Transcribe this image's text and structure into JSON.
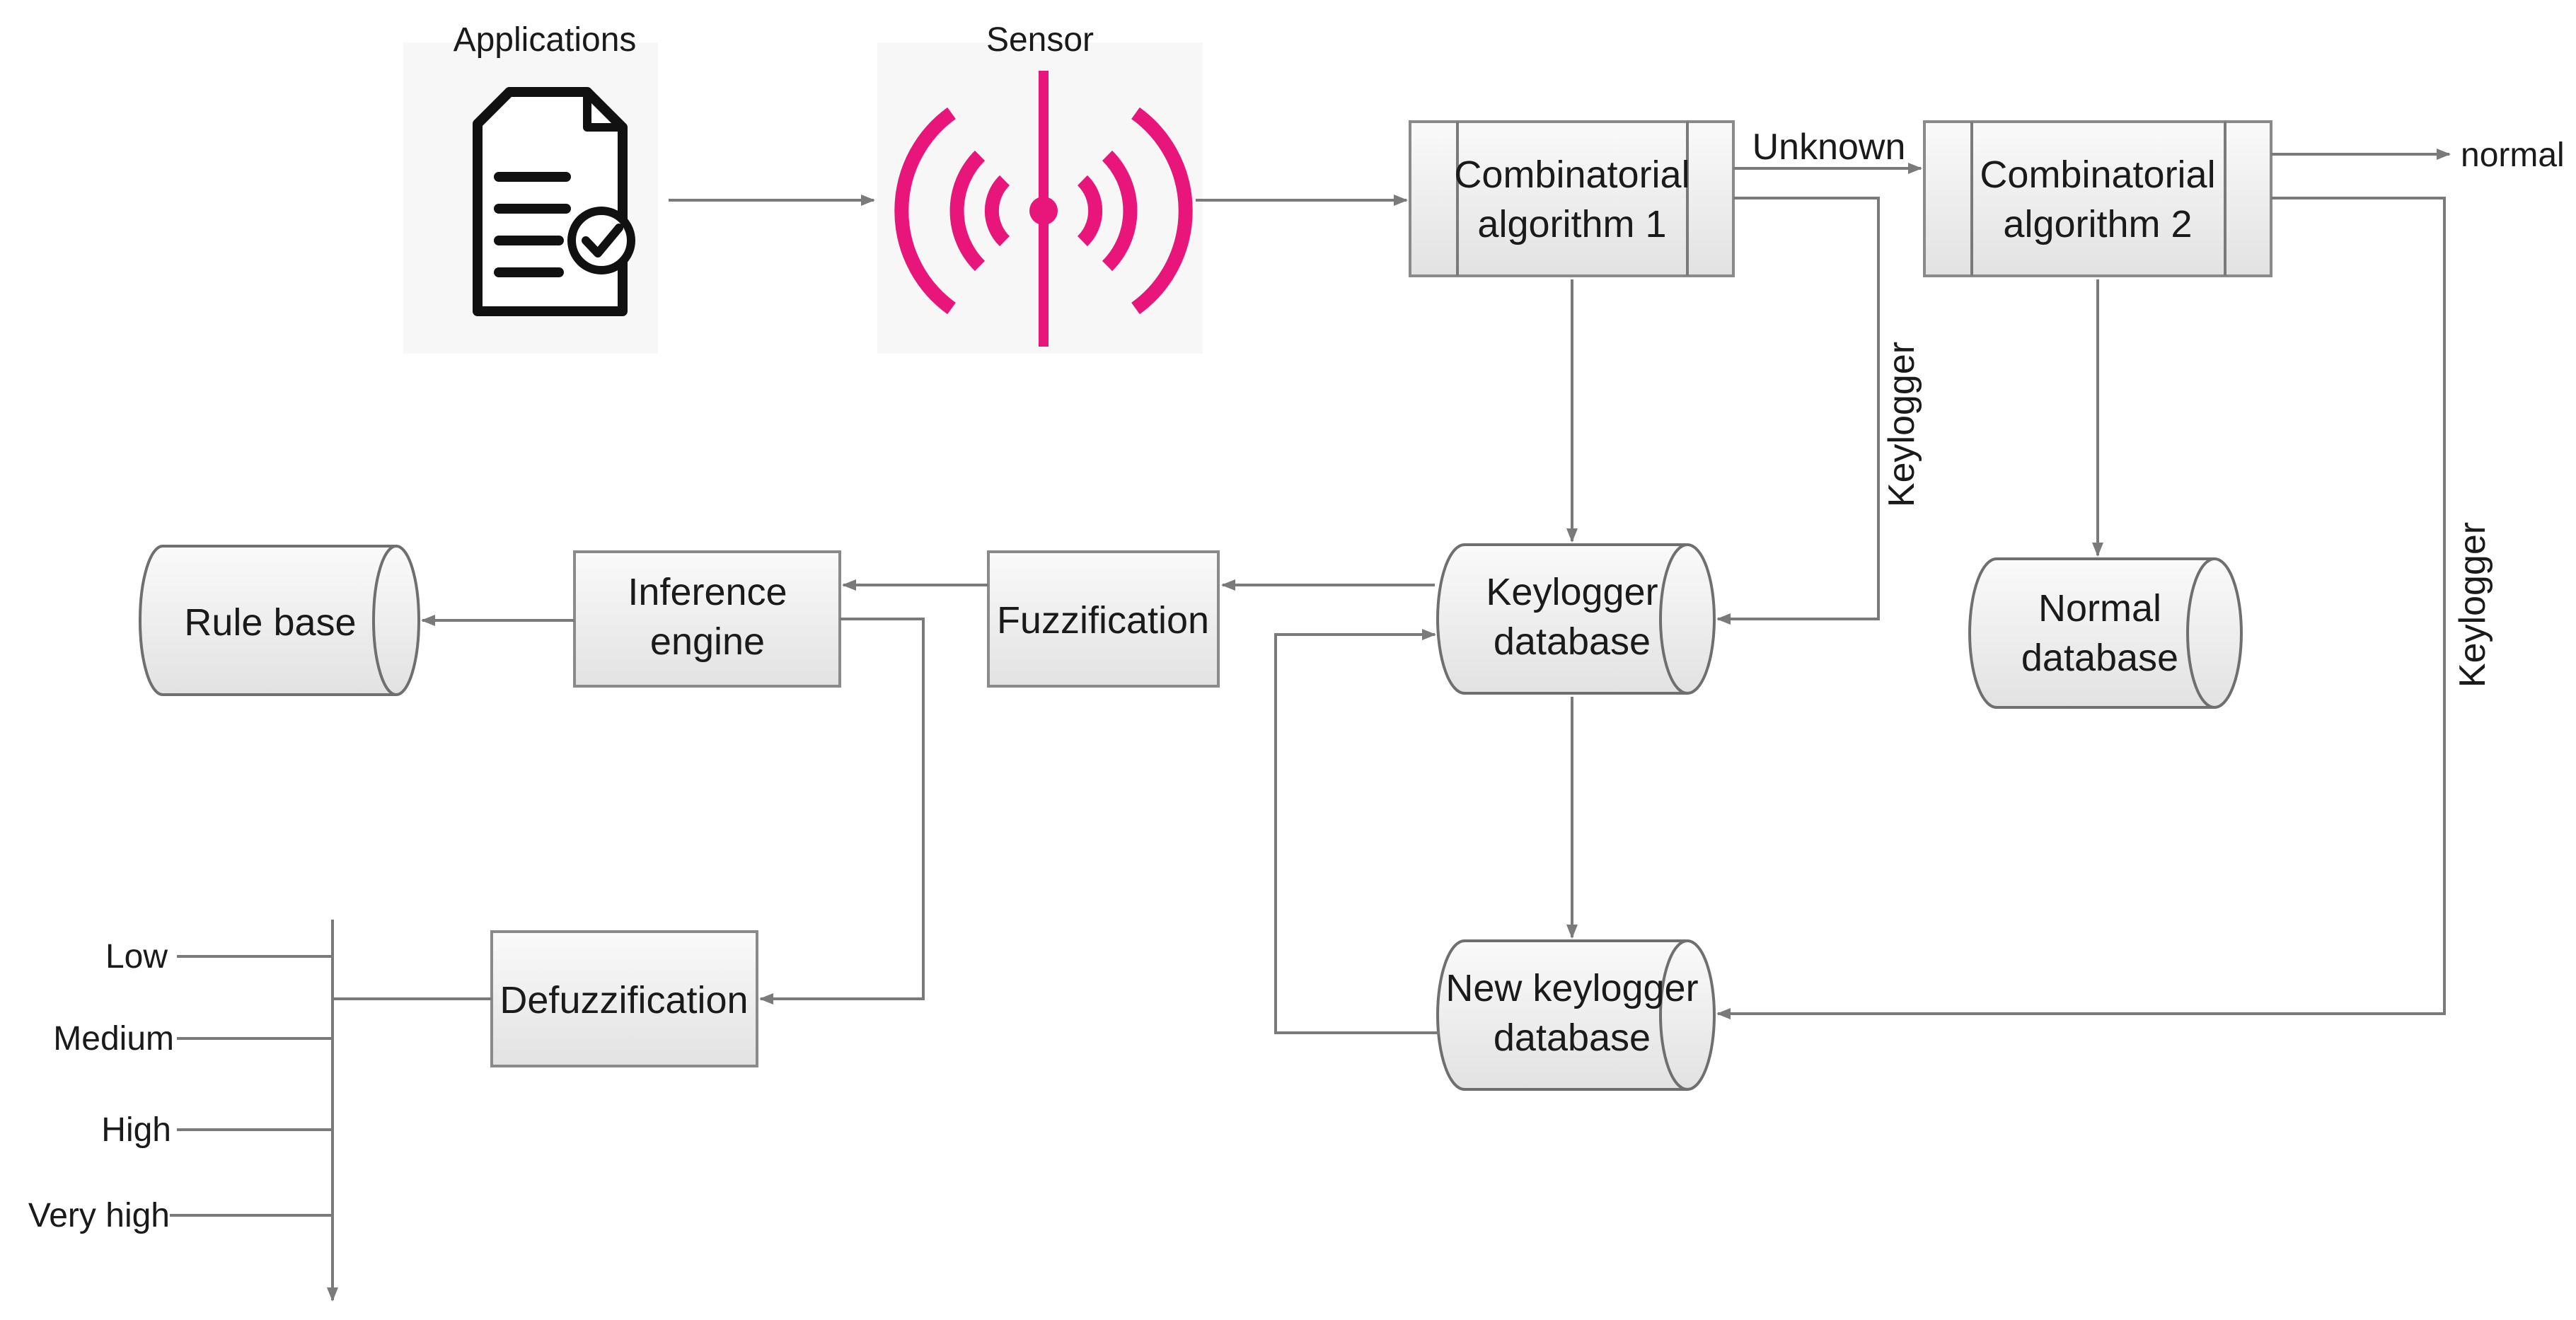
{
  "nodes": {
    "applications": "Applications",
    "sensor": "Sensor",
    "ca1": [
      "Combinatorial",
      "algorithm 1"
    ],
    "ca2": [
      "Combinatorial",
      "algorithm 2"
    ],
    "normal_out": "normal",
    "keylogger_db": [
      "Keylogger",
      "database"
    ],
    "normal_db": [
      "Normal",
      "database"
    ],
    "new_keylogger_db": [
      "New keylogger",
      "database"
    ],
    "fuzzification": "Fuzzification",
    "inference_engine": [
      "Inference",
      "engine"
    ],
    "rule_base": "Rule base",
    "defuzzification": "Defuzzification"
  },
  "edge_labels": {
    "unknown": "Unknown",
    "keylogger_1": "Keylogger",
    "keylogger_2": "Keylogger"
  },
  "output_levels": [
    "Low",
    "Medium",
    "High",
    "Very high"
  ],
  "icons": {
    "applications": "document-check-icon",
    "sensor": "wireless-sensor-icon"
  },
  "colors": {
    "sensor": "#e8157a"
  }
}
